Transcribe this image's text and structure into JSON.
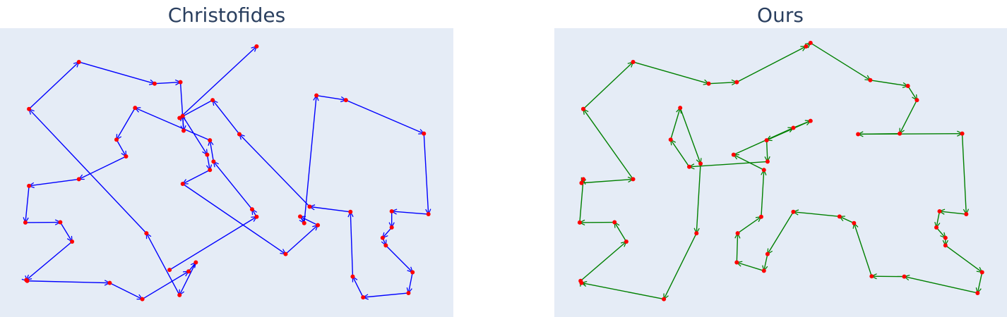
{
  "chart_data": [
    {
      "type": "line",
      "title": "Christofides",
      "xlabel": "",
      "ylabel": "",
      "xlim": [
        0,
        100
      ],
      "ylim": [
        0,
        100
      ],
      "grid": false,
      "colors": {
        "edge": "#0000ff",
        "node": "#ff0000",
        "background": "#e5ecf6"
      },
      "series": [
        {
          "x": [
            37.4,
            56.6,
            55.6,
            47.1,
            46.3,
            29.8,
            25.7,
            27.8,
            17.4,
            6.4,
            5.6,
            13.3,
            15.9,
            5.8,
            6.0,
            24.2,
            31.4,
            41.6,
            43.2,
            39.6,
            32.3,
            6.4,
            17.4,
            34.1,
            39.8,
            40.5,
            40.3,
            45.7,
            46.3,
            40.3,
            63.0,
            70.1,
            66.2,
            67.1,
            69.8,
            76.3,
            93.5,
            94.5,
            86.4,
            86.4,
            84.4,
            85.1,
            91.0,
            90.1,
            80.1,
            77.8,
            77.3,
            68.3,
            52.8,
            46.9,
            39.6,
            56.6
          ],
          "y": [
            16.3,
            34.7,
            37.3,
            53.8,
            61.2,
            72.4,
            61.4,
            55.6,
            47.7,
            45.4,
            32.7,
            32.8,
            26.1,
            12.8,
            12.5,
            11.8,
            6.2,
            15.8,
            18.9,
            7.6,
            29.0,
            72.0,
            88.3,
            80.8,
            81.3,
            64.5,
            69.6,
            56.2,
            50.9,
            46.1,
            21.8,
            31.8,
            34.8,
            32.5,
            76.7,
            75.1,
            63.5,
            35.6,
            36.6,
            31.0,
            27.4,
            24.8,
            15.5,
            8.3,
            6.8,
            14.0,
            36.4,
            38.2,
            63.3,
            75.1,
            68.9,
            93.7
          ]
        }
      ]
    },
    {
      "type": "line",
      "title": "Ours",
      "xlabel": "",
      "ylabel": "",
      "xlim": [
        0,
        100
      ],
      "ylim": [
        0,
        100
      ],
      "grid": false,
      "colors": {
        "edge": "#008000",
        "node": "#ff0000",
        "background": "#e5ecf6"
      },
      "series": [
        {
          "x": [
            6.4,
            17.4,
            34.1,
            40.3,
            55.6,
            56.6,
            69.8,
            78.1,
            80.1,
            76.3,
            67.1,
            90.1,
            91.0,
            85.1,
            84.4,
            86.4,
            86.4,
            94.5,
            93.5,
            77.3,
            70.1,
            66.2,
            63.0,
            52.8,
            47.1,
            46.3,
            40.3,
            40.5,
            45.7,
            46.3,
            39.6,
            52.8,
            56.6,
            46.9,
            47.1,
            29.8,
            25.7,
            27.8,
            32.3,
            31.4,
            24.2,
            6.0,
            5.8,
            15.9,
            13.3,
            5.6,
            6.4,
            6.0,
            17.4,
            6.4
          ],
          "y": [
            72.0,
            88.3,
            80.8,
            81.3,
            93.7,
            94.9,
            82.0,
            80.0,
            75.1,
            63.5,
            63.3,
            63.5,
            35.6,
            36.6,
            31.0,
            27.4,
            24.8,
            15.5,
            8.3,
            14.0,
            14.1,
            32.5,
            34.8,
            36.4,
            21.8,
            16.0,
            18.9,
            29.0,
            34.7,
            50.9,
            56.2,
            65.5,
            67.9,
            61.2,
            53.8,
            52.0,
            61.4,
            72.4,
            53.1,
            29.0,
            6.2,
            11.8,
            12.5,
            26.1,
            32.8,
            32.7,
            47.7,
            46.4,
            47.7,
            72.0
          ]
        }
      ]
    }
  ]
}
